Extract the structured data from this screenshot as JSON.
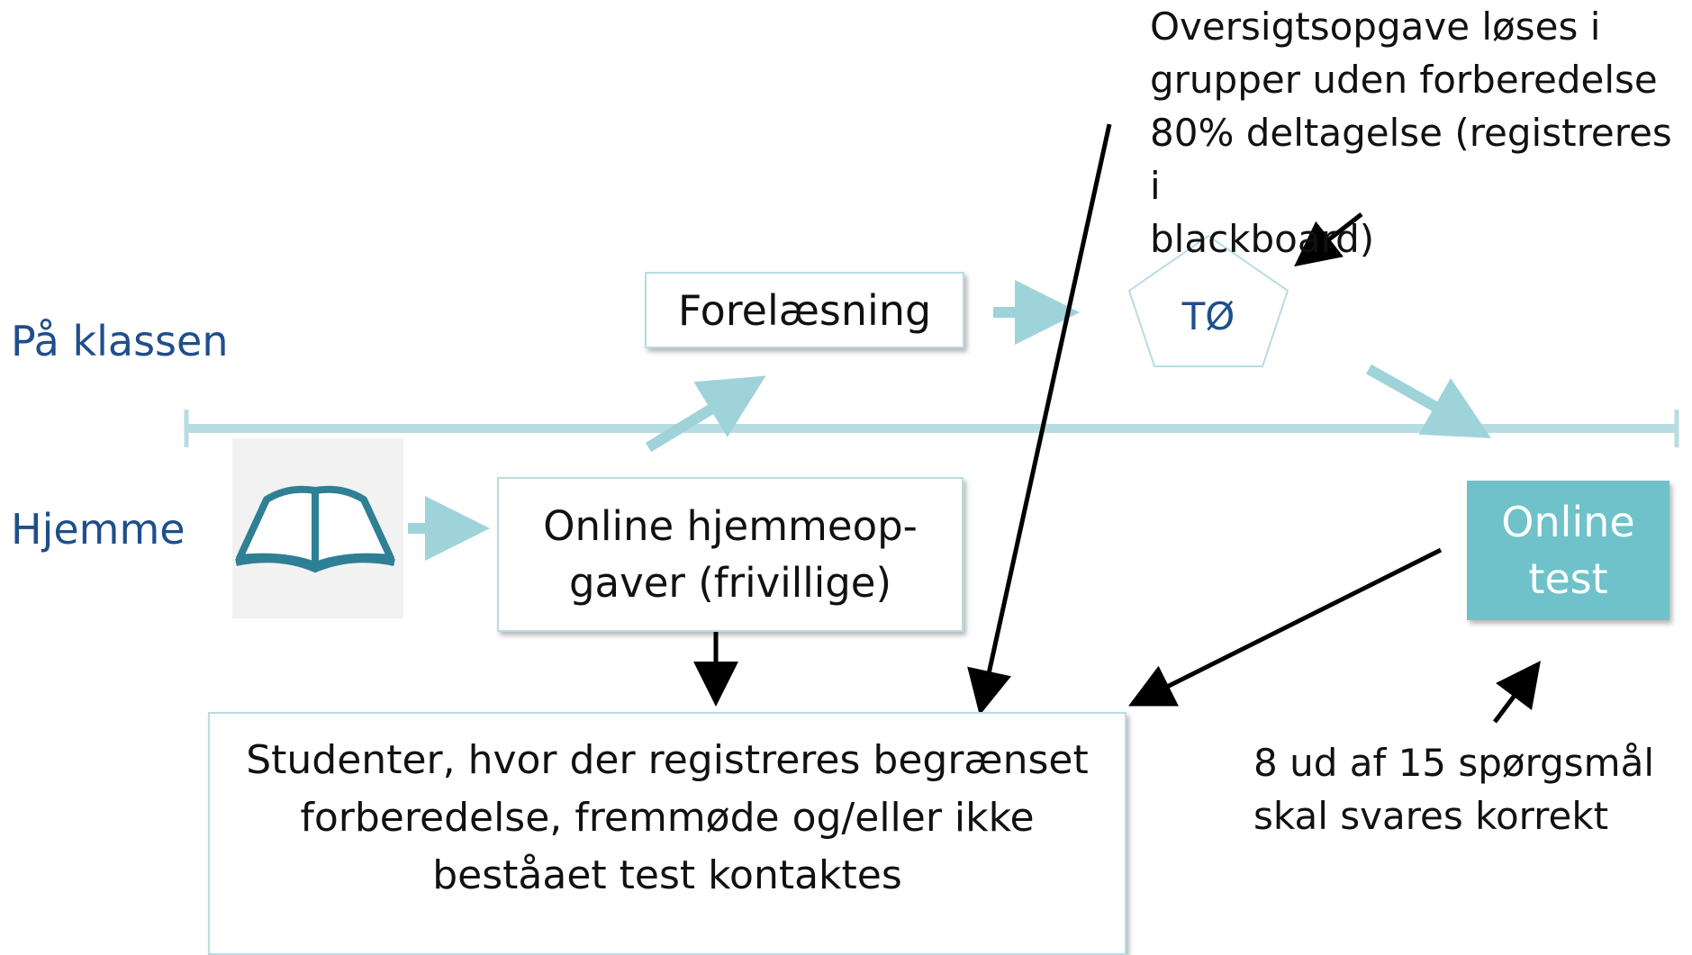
{
  "lanes": {
    "klassen": "På klassen",
    "hjemme": "Hjemme"
  },
  "boxes": {
    "forelaesning": "Forelæsning",
    "hjemmeopgaver": "Online hjemmeop-gaver (frivillige)",
    "studenter": "Studenter, hvor der registreres begrænset forberedelse, fremmøde og/eller ikke beståaet test kontaktes",
    "online_test": "Online test",
    "toe": "TØ"
  },
  "notes": {
    "oversigt": "Oversigtsopgave løses i\ngrupper uden forberedelse\n80% deltagelse (registreres i\nblackboard)",
    "spoergsmaal": "8 ud af 15 spørgsmål\nskal svares korrekt"
  },
  "colors": {
    "lane_text": "#1f4e8c",
    "timeline": "#b7dde3",
    "teal_arrow": "#9fd3da",
    "online_test_fill": "#6fc2c9",
    "book_icon": "#2f7f95"
  }
}
